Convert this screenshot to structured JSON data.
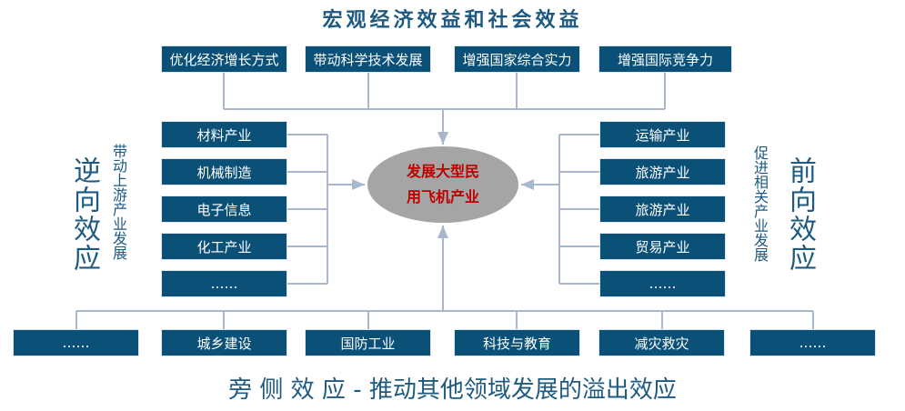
{
  "title": "宏观经济效益和社会效益",
  "macro_boxes": [
    "优化经济增长方式",
    "带动科学技术发展",
    "增强国家综合实力",
    "增强国际竞争力"
  ],
  "center": {
    "line1": "发展大型民",
    "line2": "用飞机产业"
  },
  "backward": {
    "label": "逆向效应",
    "sub": "带动上游产业发展",
    "items": [
      "材料产业",
      "机械制造",
      "电子信息",
      "化工产业",
      "……"
    ]
  },
  "forward": {
    "label": "前向效应",
    "sub": "促进相关产业发展",
    "items": [
      "运输产业",
      "旅游产业",
      "旅游产业",
      "贸易产业",
      "……"
    ]
  },
  "side": {
    "items": [
      "……",
      "城乡建设",
      "国防工业",
      "科技与教育",
      "减灾救灾",
      "……"
    ],
    "label": "旁 侧 效 应 - 推动其他领域发展的溢出效应"
  },
  "colors": {
    "box": "#0b5077",
    "line": "#a9b7cc",
    "center_text": "#c00000"
  }
}
